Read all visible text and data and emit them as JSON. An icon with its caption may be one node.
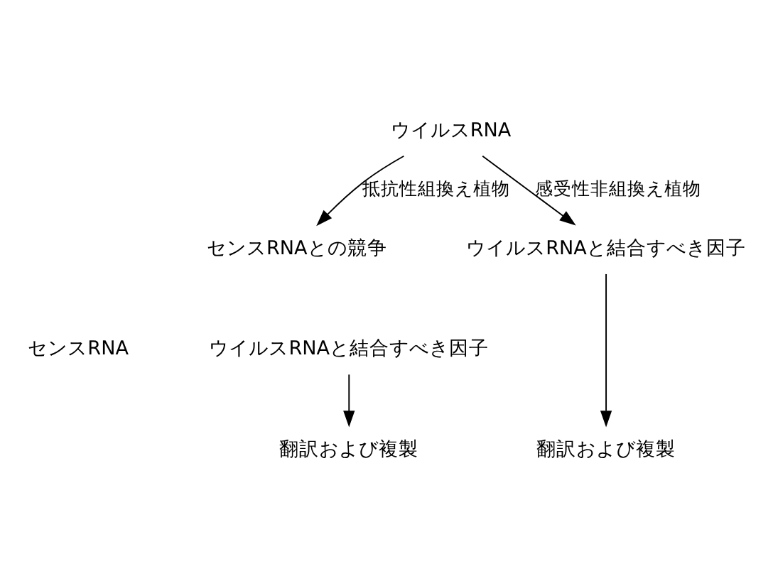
{
  "diagram": {
    "nodes": [
      {
        "text": [
          "ウイルスRNA"
        ]
      },
      {
        "text": [
          "センスRNAとの競争"
        ]
      },
      {
        "text": [
          "センスRNA"
        ]
      },
      {
        "text": [
          "ウイルスRNAと結合すべき因子"
        ]
      },
      {
        "text": [
          "翻訳および複製"
        ]
      },
      {
        "text": [
          "ウイルスRNAと結合すべき因子"
        ]
      },
      {
        "text": [
          "翻訳および複製"
        ]
      }
    ],
    "edges": [
      {
        "from": 0,
        "to": 1,
        "arrow": "to",
        "label": "抵抗性組換え植物"
      },
      {
        "from": 0,
        "to": 5,
        "arrow": "to",
        "label": "感受性非組換え植物"
      },
      {
        "from": 3,
        "to": 4,
        "arrow": "to"
      },
      {
        "from": 5,
        "to": 6,
        "arrow": "to"
      }
    ]
  }
}
